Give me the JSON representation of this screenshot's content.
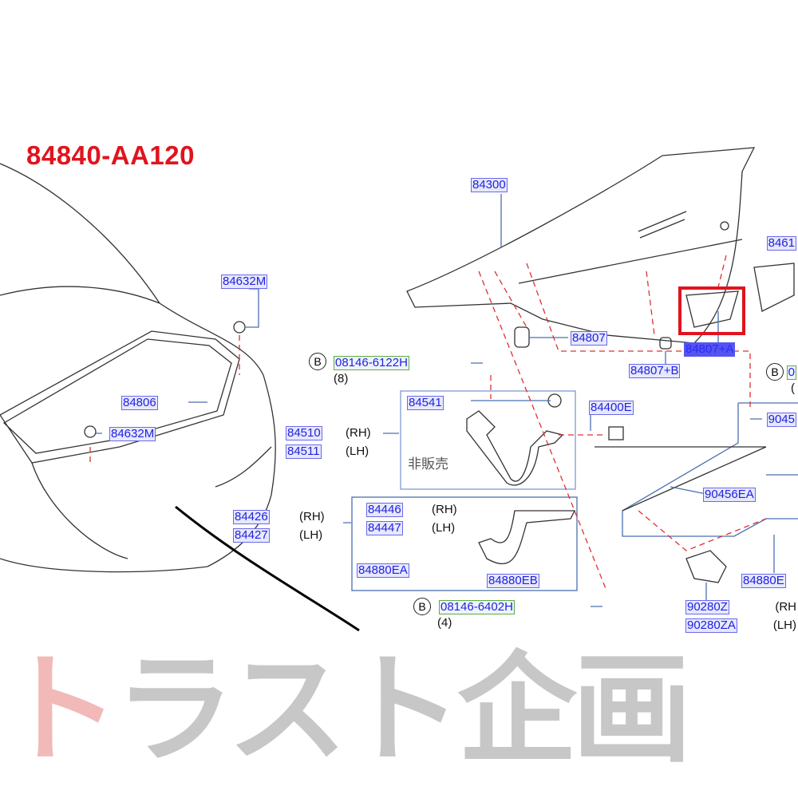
{
  "title": "84840-AA120",
  "note_not_sold": "非販売",
  "watermark": {
    "first": "ト",
    "rest": "ラスト企画"
  },
  "highlight_color": "#e0141e",
  "parts": {
    "p84300": "84300",
    "p84632M_a": "84632M",
    "p84632M_b": "84632M",
    "p84806": "84806",
    "p84510": "84510",
    "p84511": "84511",
    "p84426": "84426",
    "p84427": "84427",
    "p84541": "84541",
    "p84400E": "84400E",
    "p84446": "84446",
    "p84447": "84447",
    "p84880EA": "84880EA",
    "p84880EB": "84880EB",
    "p84807": "84807",
    "p84807A": "84807+A",
    "p84807B": "84807+B",
    "p8461": "8461",
    "p9045": "9045",
    "p90456EA": "90456EA",
    "p84880E": "84880E",
    "p90280Z": "90280Z",
    "p90280ZA": "90280ZA",
    "bolt1": "08146-6122H",
    "bolt2": "08146-6402H",
    "bolt3": "0"
  },
  "qty": {
    "q8": "(8)",
    "q4": "(4)",
    "q_r": "("
  },
  "side": {
    "rh": "(RH)",
    "lh": "(LH)",
    "rh_cut": "(RH",
    "lh_cut": "(LH)"
  },
  "bolt_marker": "B"
}
